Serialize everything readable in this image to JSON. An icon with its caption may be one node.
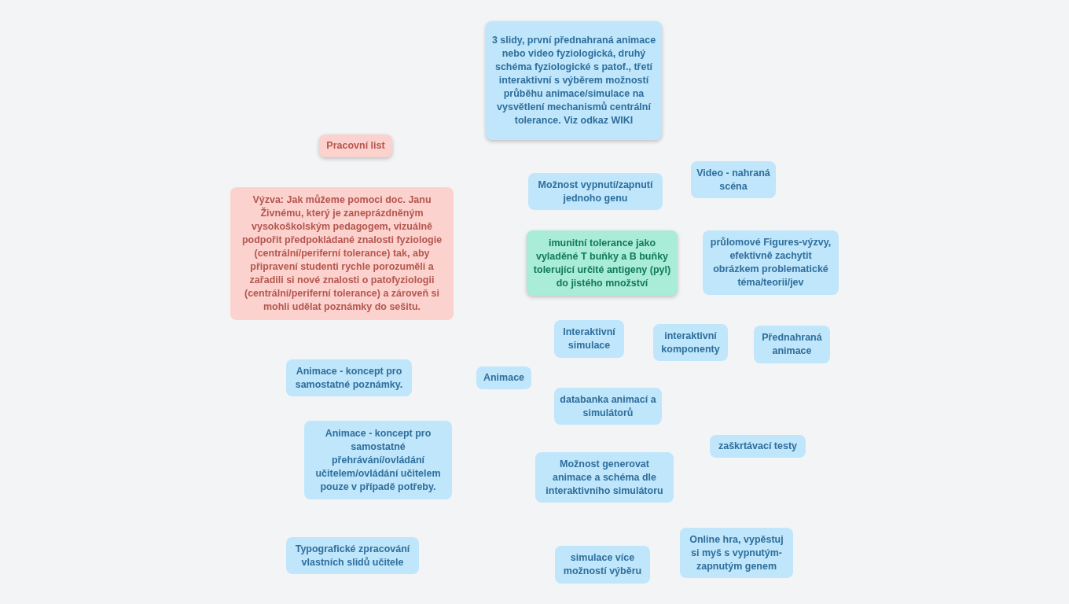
{
  "diagram": {
    "nodes": [
      {
        "text": [
          "3 slidy, první přednahraná animace nebo video fyziologická, druhý schéma fyziologické s patof., třetí interaktivní s výběrem možností průběhu animace/simulace na vysvětlení mechanismů centrální tolerance. Viz odkaz WIKI"
        ]
      },
      {
        "text": [
          "Pracovní list"
        ]
      },
      {
        "text": [
          "Možnost vypnutí/zapnutí jednoho genu"
        ]
      },
      {
        "text": [
          "Video - nahraná scéna"
        ]
      },
      {
        "text": [
          "Výzva: Jak můžeme pomoci doc. Janu Živnému, který je zaneprázdněným vysokoškolským pedagogem, vizuálně podpořit předpokládané znalosti fyziologie (centrální/periferní tolerance) tak, aby připravení studenti rychle porozuměli a zařadili si nové znalosti o patofyziologii (centrální/periferní tolerance) a zároveň si mohli udělat poznámky do sešitu."
        ]
      },
      {
        "text": [
          "imunitní tolerance jako vyladěné T buňky a B buňky tolerující určité antigeny (pyl) do jistého množství"
        ]
      },
      {
        "text": [
          "průlomové Figures-výzvy, efektivně zachytit obrázkem problematické téma/teorii/jev"
        ]
      },
      {
        "text": [
          "Interaktivní simulace"
        ]
      },
      {
        "text": [
          "interaktivní komponenty"
        ]
      },
      {
        "text": [
          "Přednahraná animace"
        ]
      },
      {
        "text": [
          "Animace - koncept pro samostatné poznámky."
        ]
      },
      {
        "text": [
          "Animace"
        ]
      },
      {
        "text": [
          "databanka animací a simulátorů"
        ]
      },
      {
        "text": [
          "Animace - koncept pro samostatné přehrávání/ovládání učitelem/ovládání učitelem pouze v případě potřeby."
        ]
      },
      {
        "text": [
          "zaškrtávací testy"
        ]
      },
      {
        "text": [
          "Možnost generovat animace a schéma dle interaktivního simulátoru"
        ]
      },
      {
        "text": [
          "Typografické zpracování vlastních slidů učitele"
        ]
      },
      {
        "text": [
          "Online hra, vypěstuj si myš s vypnutým-zapnutým genem"
        ]
      },
      {
        "text": [
          "simulace více možností výběru"
        ]
      }
    ]
  }
}
